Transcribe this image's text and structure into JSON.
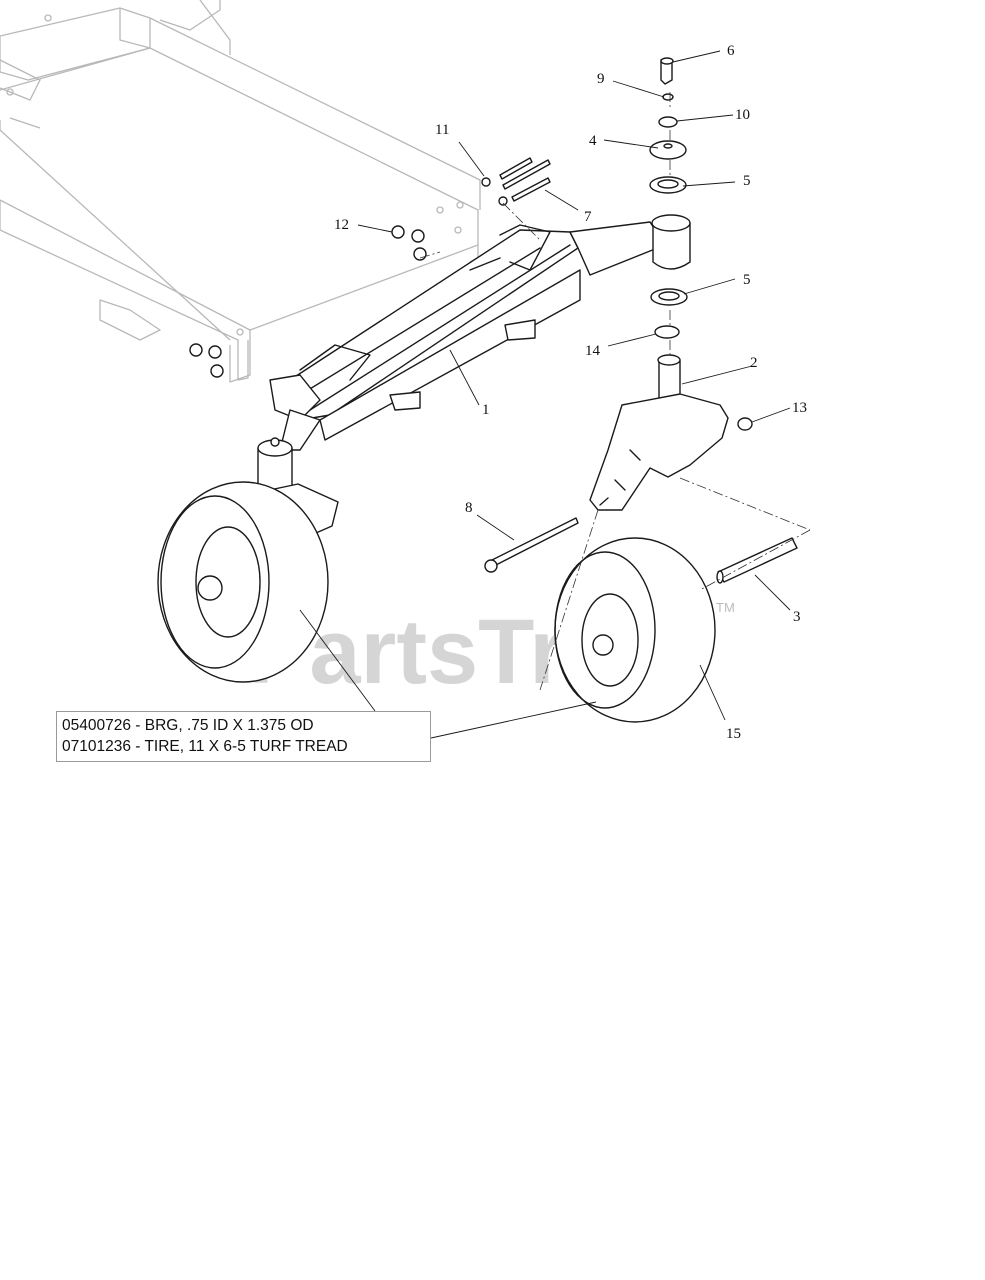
{
  "callouts": {
    "c1": "1",
    "c2": "2",
    "c3": "3",
    "c4": "4",
    "c5a": "5",
    "c5b": "5",
    "c6": "6",
    "c7": "7",
    "c8": "8",
    "c9": "9",
    "c10": "10",
    "c11": "11",
    "c12": "12",
    "c13": "13",
    "c14": "14",
    "c15": "15"
  },
  "note": {
    "line1": "05400726 - BRG, .75 ID X 1.375 OD",
    "line2": "07101236 - TIRE, 11 X 6-5 TURF TREAD"
  },
  "watermark": {
    "text": "PartsTree",
    "tm": "TM"
  }
}
